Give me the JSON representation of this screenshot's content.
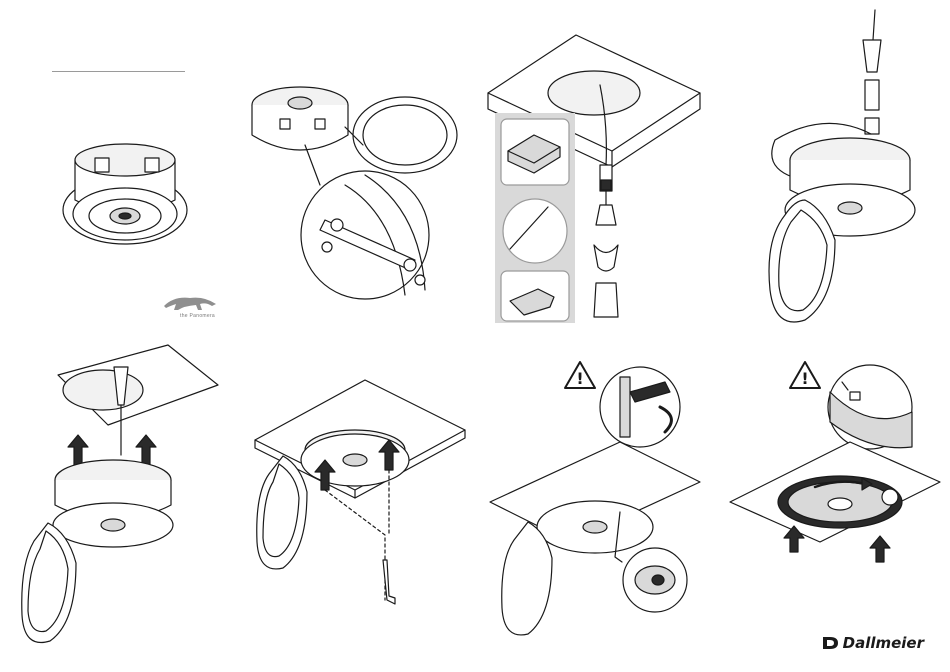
{
  "brand": {
    "name": "Dallmeier",
    "logo_icon": "dallmeier-logo-icon"
  },
  "tiger_caption": "the Panomera",
  "warning_symbol": "!",
  "colors": {
    "line": "#1a1a1a",
    "panel_grey": "#d9d9d9",
    "box_border": "#9a9a9a",
    "warning": "#1a1a1a"
  },
  "steps": [
    {
      "id": 1,
      "icon": "camera-overview-icon"
    },
    {
      "id": 2,
      "icon": "camera-cover-removal-icon"
    },
    {
      "id": 3,
      "icon": "ceiling-cutout-accessories-icon"
    },
    {
      "id": 4,
      "icon": "cable-connection-icon"
    },
    {
      "id": 5,
      "icon": "insert-into-ceiling-icon"
    },
    {
      "id": 6,
      "icon": "screw-fastening-icon"
    },
    {
      "id": 7,
      "icon": "clamp-caution-icon"
    },
    {
      "id": 8,
      "icon": "cover-rotate-caution-icon"
    }
  ]
}
